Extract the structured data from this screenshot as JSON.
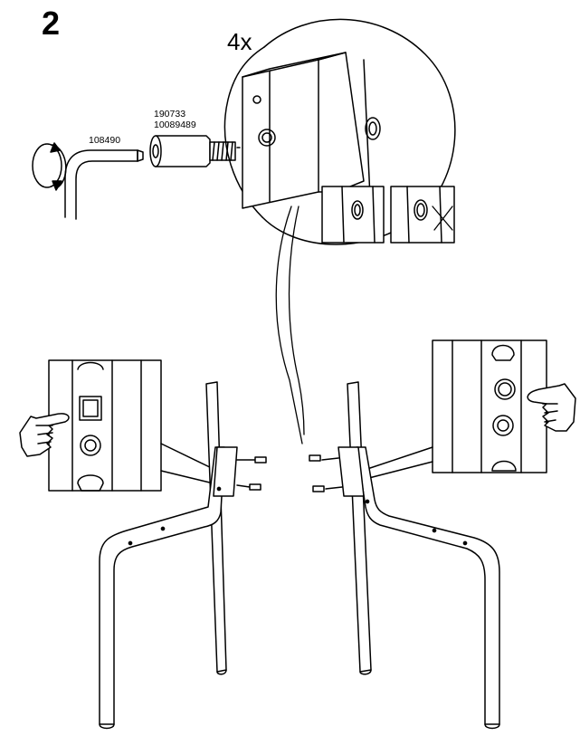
{
  "step": {
    "number": "2"
  },
  "quantity": "4x",
  "parts": {
    "allen_key": "108490",
    "connector_bolt_1": "190733",
    "connector_bolt_2": "10089489"
  },
  "icons": {
    "rotate": "rotate-clockwise-icon",
    "hand_left": "pointing-hand-icon",
    "hand_right": "pointing-hand-icon",
    "wrong": "cross-mark-icon"
  },
  "colors": {
    "line": "#000000",
    "background": "#ffffff"
  }
}
